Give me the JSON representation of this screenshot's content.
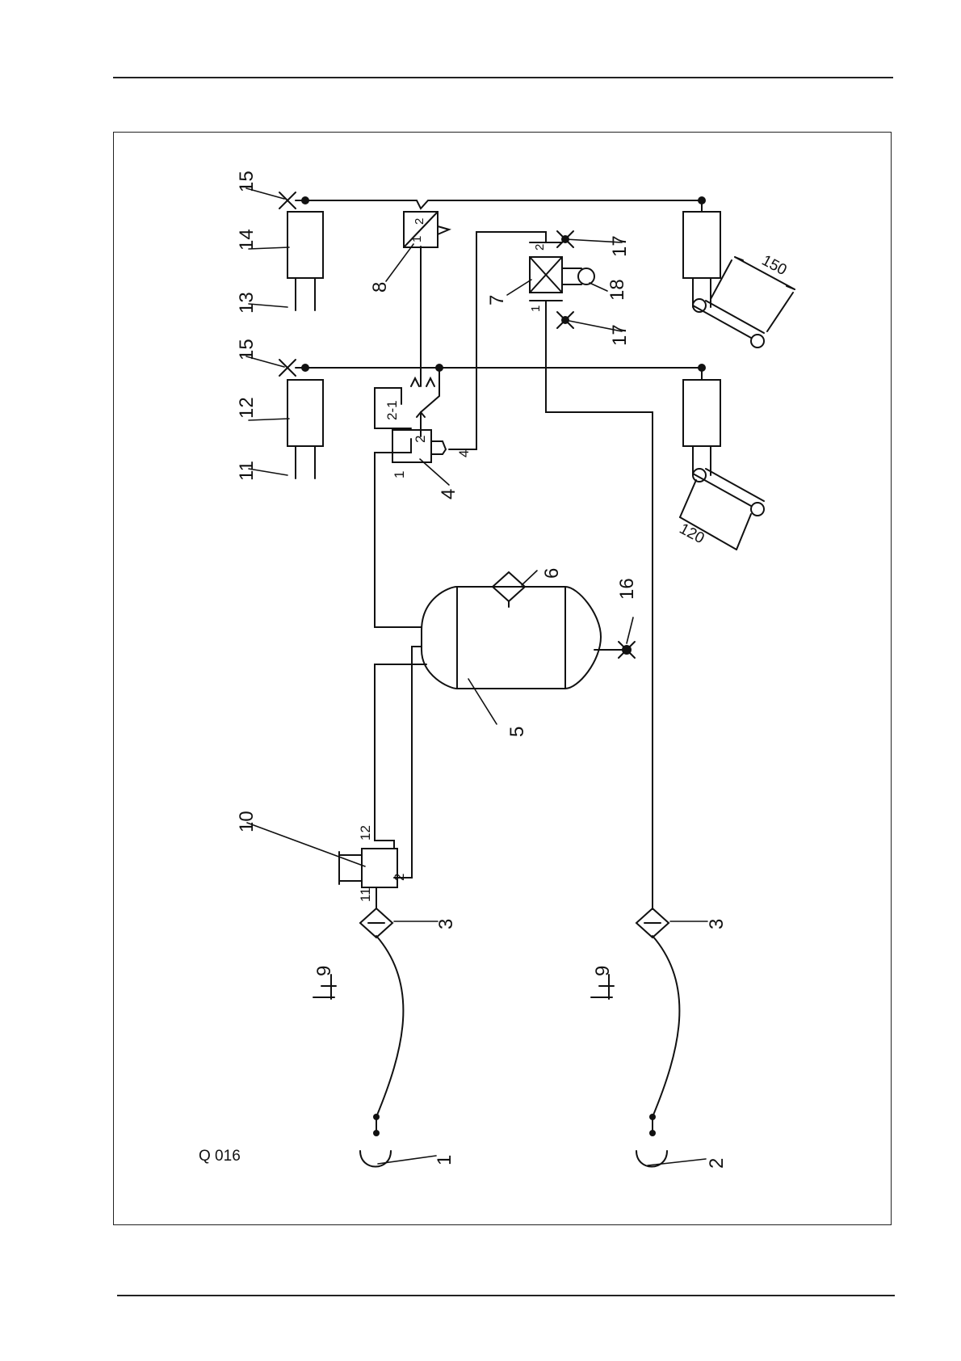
{
  "figure_code": "Q 016",
  "labels": {
    "n1": "1",
    "n2": "2",
    "n3a": "3",
    "n3b": "3",
    "n4": "4",
    "n5": "5",
    "n6": "6",
    "n7": "7",
    "n8": "8",
    "n9a": "9",
    "n9b": "9",
    "n10": "10",
    "n11": "11",
    "n12": "12",
    "n13": "13",
    "n14": "14",
    "n15a": "15",
    "n15b": "15",
    "n16": "16",
    "n17a": "17",
    "n17b": "17",
    "n18": "18"
  },
  "port_labels": {
    "v10_11": "11",
    "v10_12": "12",
    "v10_2": "2",
    "v4_1": "1",
    "v4_2": "2",
    "v4_4": "4",
    "pilot_21": "2-1",
    "v8_1": "1",
    "v8_2": "2",
    "v7_1": "1",
    "v7_2": "2"
  },
  "dimensions": {
    "d150": "150",
    "d120": "120"
  }
}
